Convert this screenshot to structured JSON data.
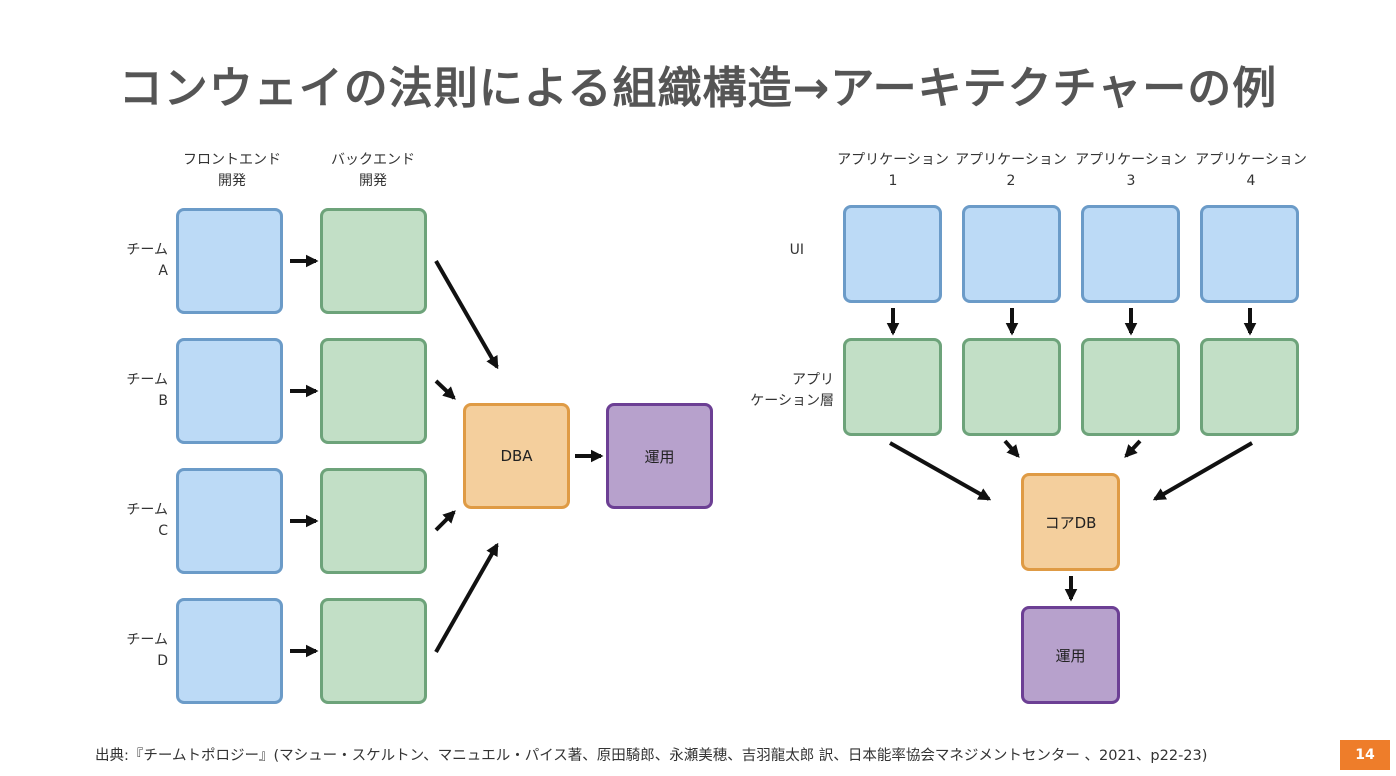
{
  "title": "コンウェイの法則による組織構造→アーキテクチャーの例",
  "left_diagram": {
    "col_frontend": "フロントエンド\n開発",
    "col_backend": "バックエンド\n開発",
    "team_a": "チーム\nA",
    "team_b": "チーム\nB",
    "team_c": "チーム\nC",
    "team_d": "チーム\nD",
    "dba": "DBA",
    "ops": "運用"
  },
  "right_diagram": {
    "app1": "アプリケーション\n1",
    "app2": "アプリケーション\n2",
    "app3": "アプリケーション\n3",
    "app4": "アプリケーション\n4",
    "row_ui": "UI",
    "row_app_layer": "アプリ\nケーション層",
    "core_db": "コアDB",
    "ops": "運用"
  },
  "colors": {
    "ui_fill": "#bcdaf6",
    "app_fill": "#c2dfc6",
    "db_fill": "#f4cf9d",
    "ops_fill": "#b7a1cc",
    "accent": "#ee7d2a"
  },
  "footer": {
    "source": "出典:『チームトポロジー』(マシュー・スケルトン、マニュエル・パイス著、原田騎郎、永瀬美穂、吉羽龍太郎 訳、日本能率協会マネジメントセンター 、2021、p22-23)",
    "page_number": "14"
  }
}
